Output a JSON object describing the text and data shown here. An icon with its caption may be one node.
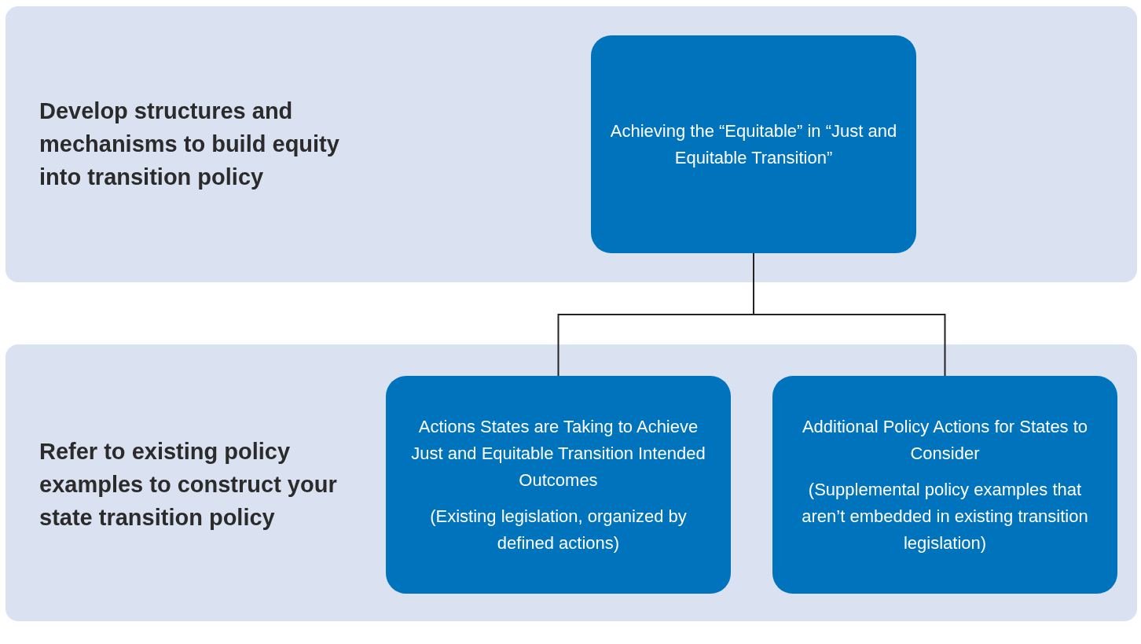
{
  "diagram": {
    "nodes": [
      {
        "text": [
          "Develop structures and mechanisms to build equity into transition policy"
        ]
      },
      {
        "text": [
          "Achieving the “Equitable” in “Just and Equitable Transition”"
        ],
        "in": 0
      },
      {
        "text": [
          "Refer to existing policy examples to construct your state transition policy"
        ]
      },
      {
        "text": [
          "Actions States are Taking to Achieve Just and Equitable Transition Intended Outcomes",
          "(Existing legislation, organized by defined actions)"
        ],
        "in": 2
      },
      {
        "text": [
          "Additional Policy Actions for States to Consider",
          "(Supplemental policy examples that aren’t embedded in existing transition legislation)"
        ],
        "in": 2
      }
    ],
    "edges": [
      {
        "from": 1,
        "to": 3,
        "arrow": "none"
      },
      {
        "from": 1,
        "to": 4,
        "arrow": "none"
      }
    ]
  }
}
